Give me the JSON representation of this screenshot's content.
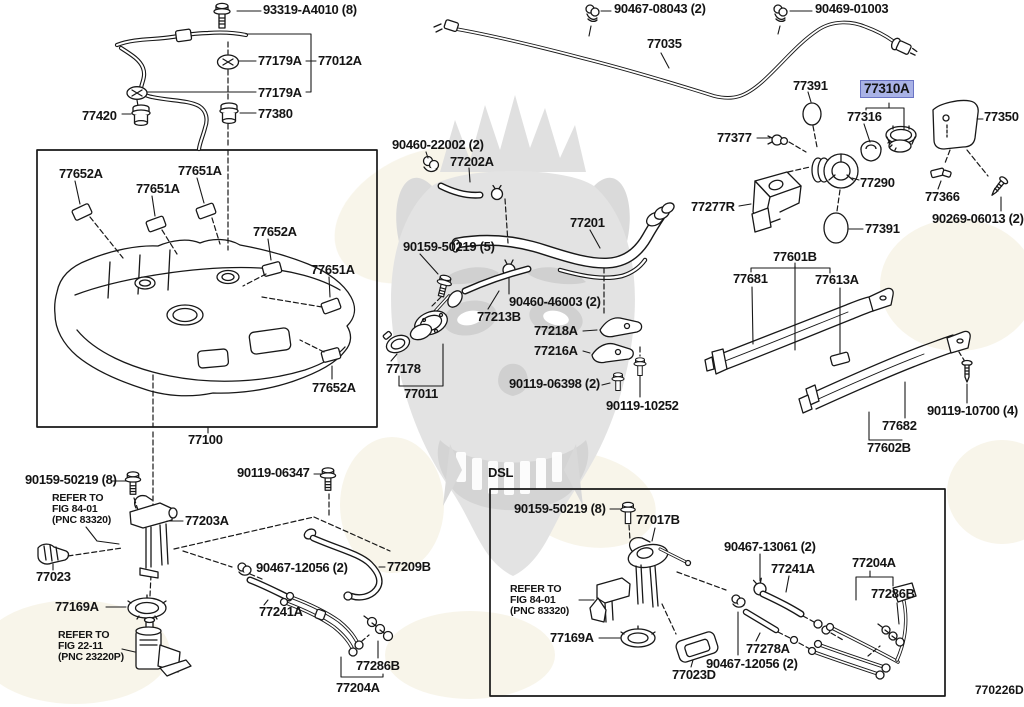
{
  "diagram": {
    "dsl_title": "DSL",
    "footer_code": "770226D",
    "highlighted_part": "77310A",
    "highlight_fill": "#a9b2e6",
    "highlight_border": "#6a74c4"
  },
  "labels": {
    "p93319": "93319-A4010 (8)",
    "p77179a_1": "77179A",
    "p77012a": "77012A",
    "p77179a_2": "77179A",
    "p77380": "77380",
    "p77420": "77420",
    "p90467_08043": "90467-08043 (2)",
    "p90469_01003": "90469-01003",
    "p77035": "77035",
    "p77391_top": "77391",
    "p77310a": "77310A",
    "p77316": "77316",
    "p77350": "77350",
    "p77377": "77377",
    "p77290": "77290",
    "p77277r": "77277R",
    "p77366": "77366",
    "p90269_06013": "90269-06013 (2)",
    "p77391_bottom": "77391",
    "p90460_22002": "90460-22002 (2)",
    "p77202a": "77202A",
    "p77201": "77201",
    "p90159_50219_5": "90159-50219 (5)",
    "p90460_46003": "90460-46003 (2)",
    "p77213b": "77213B",
    "p77218a": "77218A",
    "p77216a": "77216A",
    "p90119_06398": "90119-06398 (2)",
    "p90119_10252": "90119-10252",
    "p77178": "77178",
    "p77011": "77011",
    "p77652a_1": "77652A",
    "p77651a_1": "77651A",
    "p77651a_2": "77651A",
    "p77652a_2": "77652A",
    "p77651a_3": "77651A",
    "p77652a_3": "77652A",
    "p77100": "77100",
    "p77601b": "77601B",
    "p77681": "77681",
    "p77613a": "77613A",
    "p90119_10700": "90119-10700 (4)",
    "p77682": "77682",
    "p77602b": "77602B",
    "p90159_50219_8": "90159-50219 (8)",
    "note_fig8401": "REFER TO\nFIG 84-01\n(PNC 83320)",
    "p77203a": "77203A",
    "p90119_06347": "90119-06347",
    "p77023": "77023",
    "p77169a": "77169A",
    "note_fig2211": "REFER TO\nFIG 22-11\n(PNC 23220P)",
    "p90467_12056": "90467-12056 (2)",
    "p77209b": "77209B",
    "p77241a": "77241A",
    "p77286b": "77286B",
    "p77204a": "77204A"
  },
  "dsl": {
    "p90159_50219_8": "90159-50219 (8)",
    "p77017b": "77017B",
    "p90467_13061": "90467-13061 (2)",
    "p77241a": "77241A",
    "p77204a": "77204A",
    "p77286b": "77286B",
    "note_fig8401": "REFER TO\nFIG 84-01\n(PNC 83320)",
    "p77169a": "77169A",
    "p77278a": "77278A",
    "p90467_12056": "90467-12056 (2)",
    "p77023d": "77023D"
  }
}
